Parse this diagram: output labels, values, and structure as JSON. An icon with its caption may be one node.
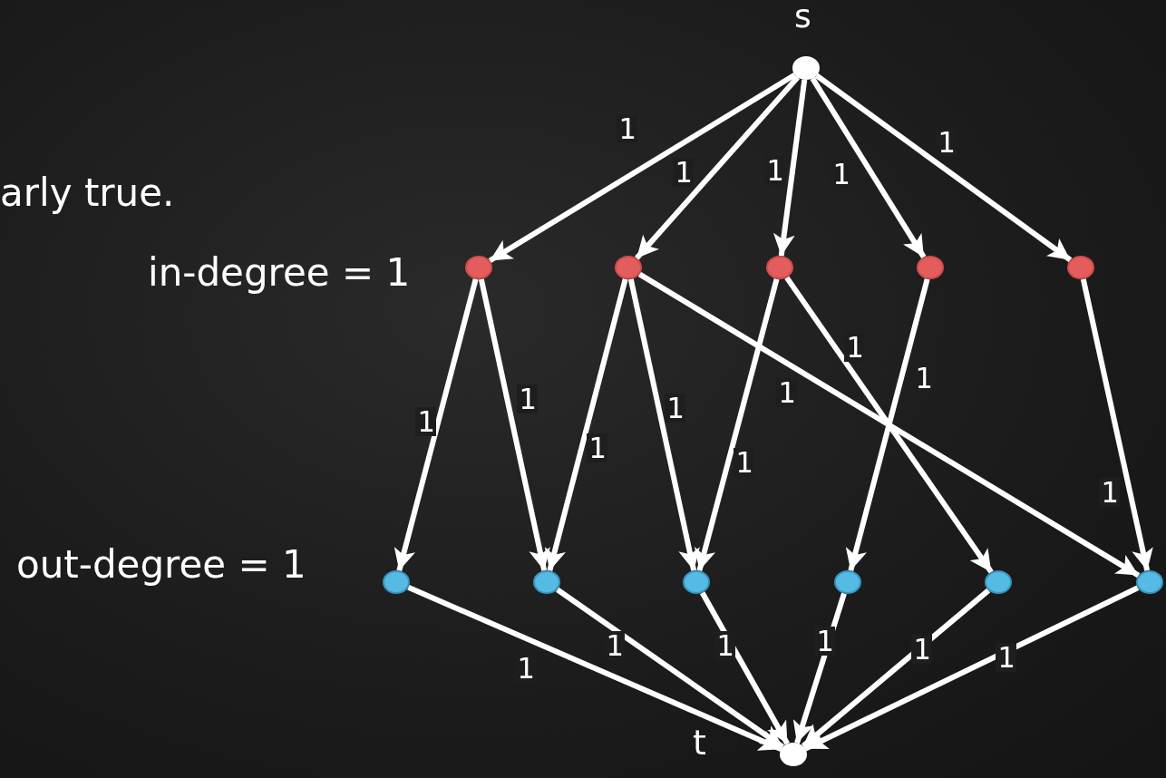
{
  "diagram": {
    "nodes": [
      {
        "text": [],
        "shape": "circle",
        "beside": [
          "s"
        ]
      },
      {
        "text": [],
        "shape": "circle"
      },
      {
        "text": [],
        "shape": "circle"
      },
      {
        "text": [],
        "shape": "circle"
      },
      {
        "text": [],
        "shape": "circle"
      },
      {
        "text": [],
        "shape": "circle"
      },
      {
        "text": [],
        "shape": "circle"
      },
      {
        "text": [],
        "shape": "circle"
      },
      {
        "text": [],
        "shape": "circle"
      },
      {
        "text": [],
        "shape": "circle"
      },
      {
        "text": [],
        "shape": "circle"
      },
      {
        "text": [],
        "shape": "circle"
      },
      {
        "text": [],
        "shape": "circle",
        "beside": [
          "t"
        ]
      }
    ],
    "edges": [
      {
        "from": 0,
        "to": 1,
        "arrow": "to",
        "label": "1"
      },
      {
        "from": 0,
        "to": 2,
        "arrow": "to",
        "label": "1"
      },
      {
        "from": 0,
        "to": 3,
        "arrow": "to",
        "label": "1"
      },
      {
        "from": 0,
        "to": 4,
        "arrow": "to",
        "label": "1"
      },
      {
        "from": 0,
        "to": 5,
        "arrow": "to",
        "label": "1"
      },
      {
        "from": 1,
        "to": 6,
        "arrow": "to",
        "label": "1"
      },
      {
        "from": 1,
        "to": 7,
        "arrow": "to",
        "label": "1"
      },
      {
        "from": 2,
        "to": 7,
        "arrow": "to",
        "label": "1"
      },
      {
        "from": 2,
        "to": 8,
        "arrow": "to",
        "label": "1"
      },
      {
        "from": 2,
        "to": 11,
        "arrow": "to",
        "label": "1"
      },
      {
        "from": 3,
        "to": 8,
        "arrow": "to",
        "label": "1"
      },
      {
        "from": 3,
        "to": 10,
        "arrow": "to",
        "label": "1"
      },
      {
        "from": 4,
        "to": 9,
        "arrow": "to",
        "label": "1"
      },
      {
        "from": 5,
        "to": 11,
        "arrow": "to",
        "label": "1"
      },
      {
        "from": 6,
        "to": 12,
        "arrow": "to",
        "label": "1"
      },
      {
        "from": 7,
        "to": 12,
        "arrow": "to",
        "label": "1"
      },
      {
        "from": 8,
        "to": 12,
        "arrow": "to",
        "label": "1"
      },
      {
        "from": 9,
        "to": 12,
        "arrow": "to",
        "label": "1"
      },
      {
        "from": 10,
        "to": 12,
        "arrow": "to",
        "label": "1"
      },
      {
        "from": 11,
        "to": 12,
        "arrow": "to",
        "label": "1"
      }
    ],
    "labels": [
      "arly true.",
      "in-degree = 1",
      "out-degree = 1"
    ]
  }
}
